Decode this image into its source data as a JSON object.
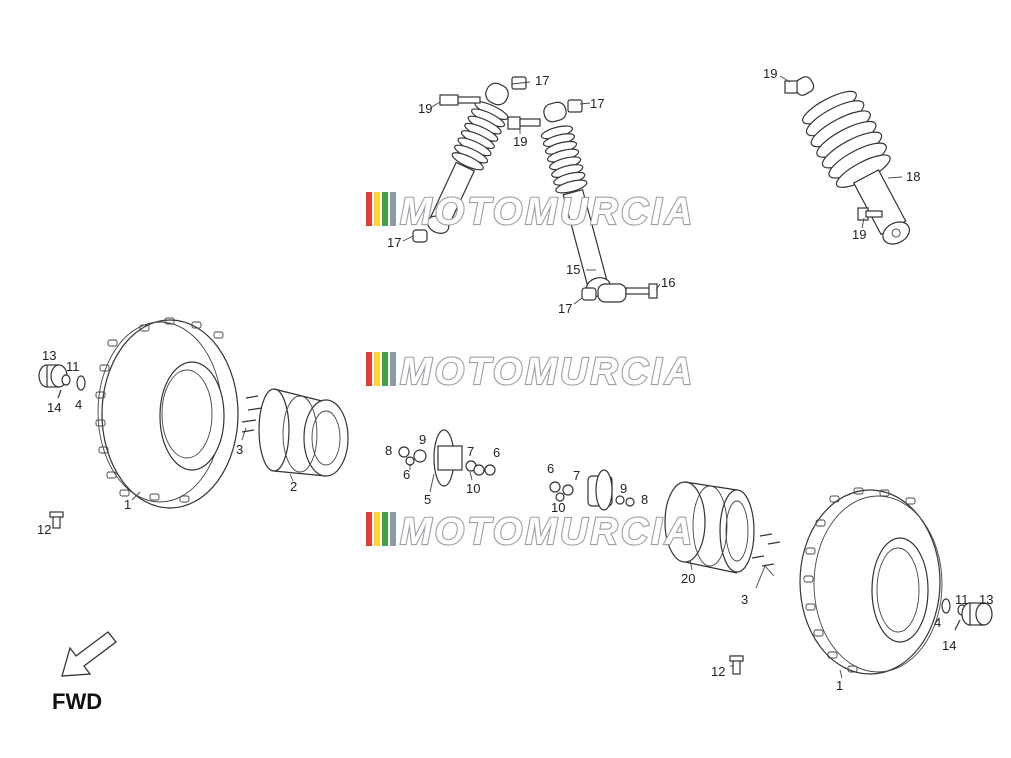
{
  "watermark": {
    "text": "MOTOMURCIA",
    "stripe_colors": [
      "#e53935",
      "#fdd835",
      "#43a047",
      "#8e99a6"
    ]
  },
  "direction": {
    "label": "FWD",
    "icon": "forward-arrow-icon"
  },
  "callouts": {
    "c17a": "17",
    "c17b": "17",
    "c17c": "17",
    "c17d": "17",
    "c19a": "19",
    "c19b": "19",
    "c19c": "19",
    "c19d": "19",
    "c15": "15",
    "c16": "16",
    "c18": "18",
    "c13l": "13",
    "c11l": "11",
    "c14l": "14",
    "c4l": "4",
    "c3l": "3",
    "c2": "2",
    "c1l": "1",
    "c12l": "12",
    "c8l": "8",
    "c9l": "9",
    "c6l": "6",
    "c5": "5",
    "c7l": "7",
    "c6l2": "6",
    "c10l": "10",
    "c6r": "6",
    "c7r": "7",
    "c10r": "10",
    "c9r": "9",
    "c8r": "8",
    "c20": "20",
    "c3r": "3",
    "c12r": "12",
    "c1r": "1",
    "c4r": "4",
    "c11r": "11",
    "c13r": "13",
    "c14r": "14"
  }
}
